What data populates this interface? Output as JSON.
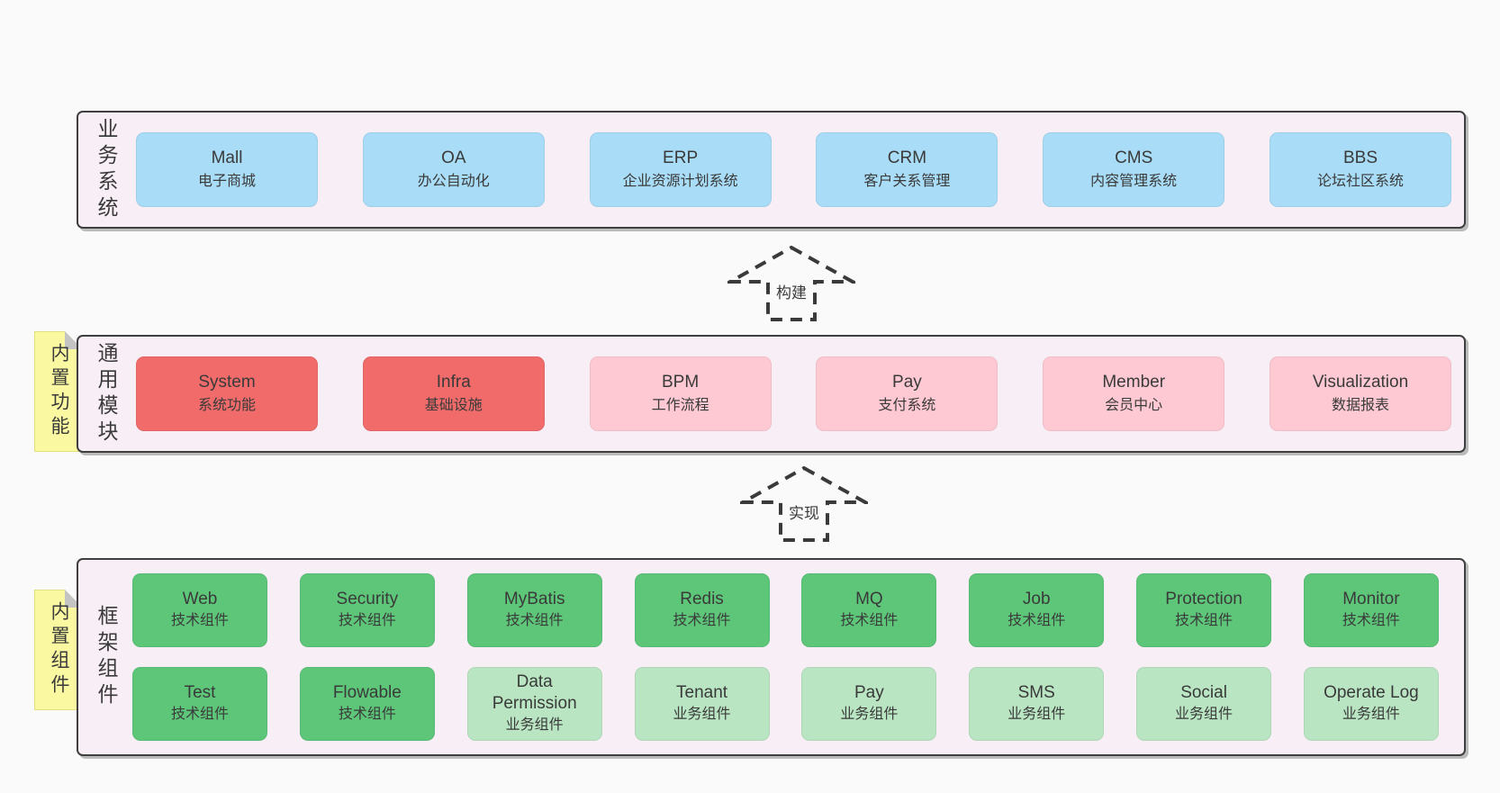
{
  "diagram": {
    "business": {
      "label": "业务系统",
      "boxes": [
        {
          "name": "Mall",
          "desc": "电子商城"
        },
        {
          "name": "OA",
          "desc": "办公自动化"
        },
        {
          "name": "ERP",
          "desc": "企业资源计划系统"
        },
        {
          "name": "CRM",
          "desc": "客户关系管理"
        },
        {
          "name": "CMS",
          "desc": "内容管理系统"
        },
        {
          "name": "BBS",
          "desc": "论坛社区系统"
        }
      ]
    },
    "modules": {
      "label": "通用模块",
      "sticky": "内置功能",
      "boxes": [
        {
          "name": "System",
          "desc": "系统功能"
        },
        {
          "name": "Infra",
          "desc": "基础设施"
        },
        {
          "name": "BPM",
          "desc": "工作流程"
        },
        {
          "name": "Pay",
          "desc": "支付系统"
        },
        {
          "name": "Member",
          "desc": "会员中心"
        },
        {
          "name": "Visualization",
          "desc": "数据报表"
        }
      ]
    },
    "components": {
      "label": "框架组件",
      "sticky": "内置组件",
      "row1": [
        {
          "name": "Web",
          "desc": "技术组件"
        },
        {
          "name": "Security",
          "desc": "技术组件"
        },
        {
          "name": "MyBatis",
          "desc": "技术组件"
        },
        {
          "name": "Redis",
          "desc": "技术组件"
        },
        {
          "name": "MQ",
          "desc": "技术组件"
        },
        {
          "name": "Job",
          "desc": "技术组件"
        },
        {
          "name": "Protection",
          "desc": "技术组件"
        },
        {
          "name": "Monitor",
          "desc": "技术组件"
        }
      ],
      "row2": [
        {
          "name": "Test",
          "desc": "技术组件"
        },
        {
          "name": "Flowable",
          "desc": "技术组件"
        },
        {
          "name": "Data Permission",
          "desc": "业务组件"
        },
        {
          "name": "Tenant",
          "desc": "业务组件"
        },
        {
          "name": "Pay",
          "desc": "业务组件"
        },
        {
          "name": "SMS",
          "desc": "业务组件"
        },
        {
          "name": "Social",
          "desc": "业务组件"
        },
        {
          "name": "Operate Log",
          "desc": "业务组件"
        }
      ]
    },
    "arrows": {
      "build": "构建",
      "implement": "实现"
    }
  },
  "palette": {
    "page_bg": "#fafafa",
    "band_bg": "#f8eef6",
    "band_border": "#3f3f3f",
    "blue": "#a9dcf6",
    "red": "#f16b6b",
    "pink": "#fec9d2",
    "green_dark": "#5dc679",
    "green_light": "#b9e5c2",
    "sticky_yellow": "#faf8a0",
    "sticky_fold": "#c4c4c4",
    "text": "#3a3a3a"
  }
}
